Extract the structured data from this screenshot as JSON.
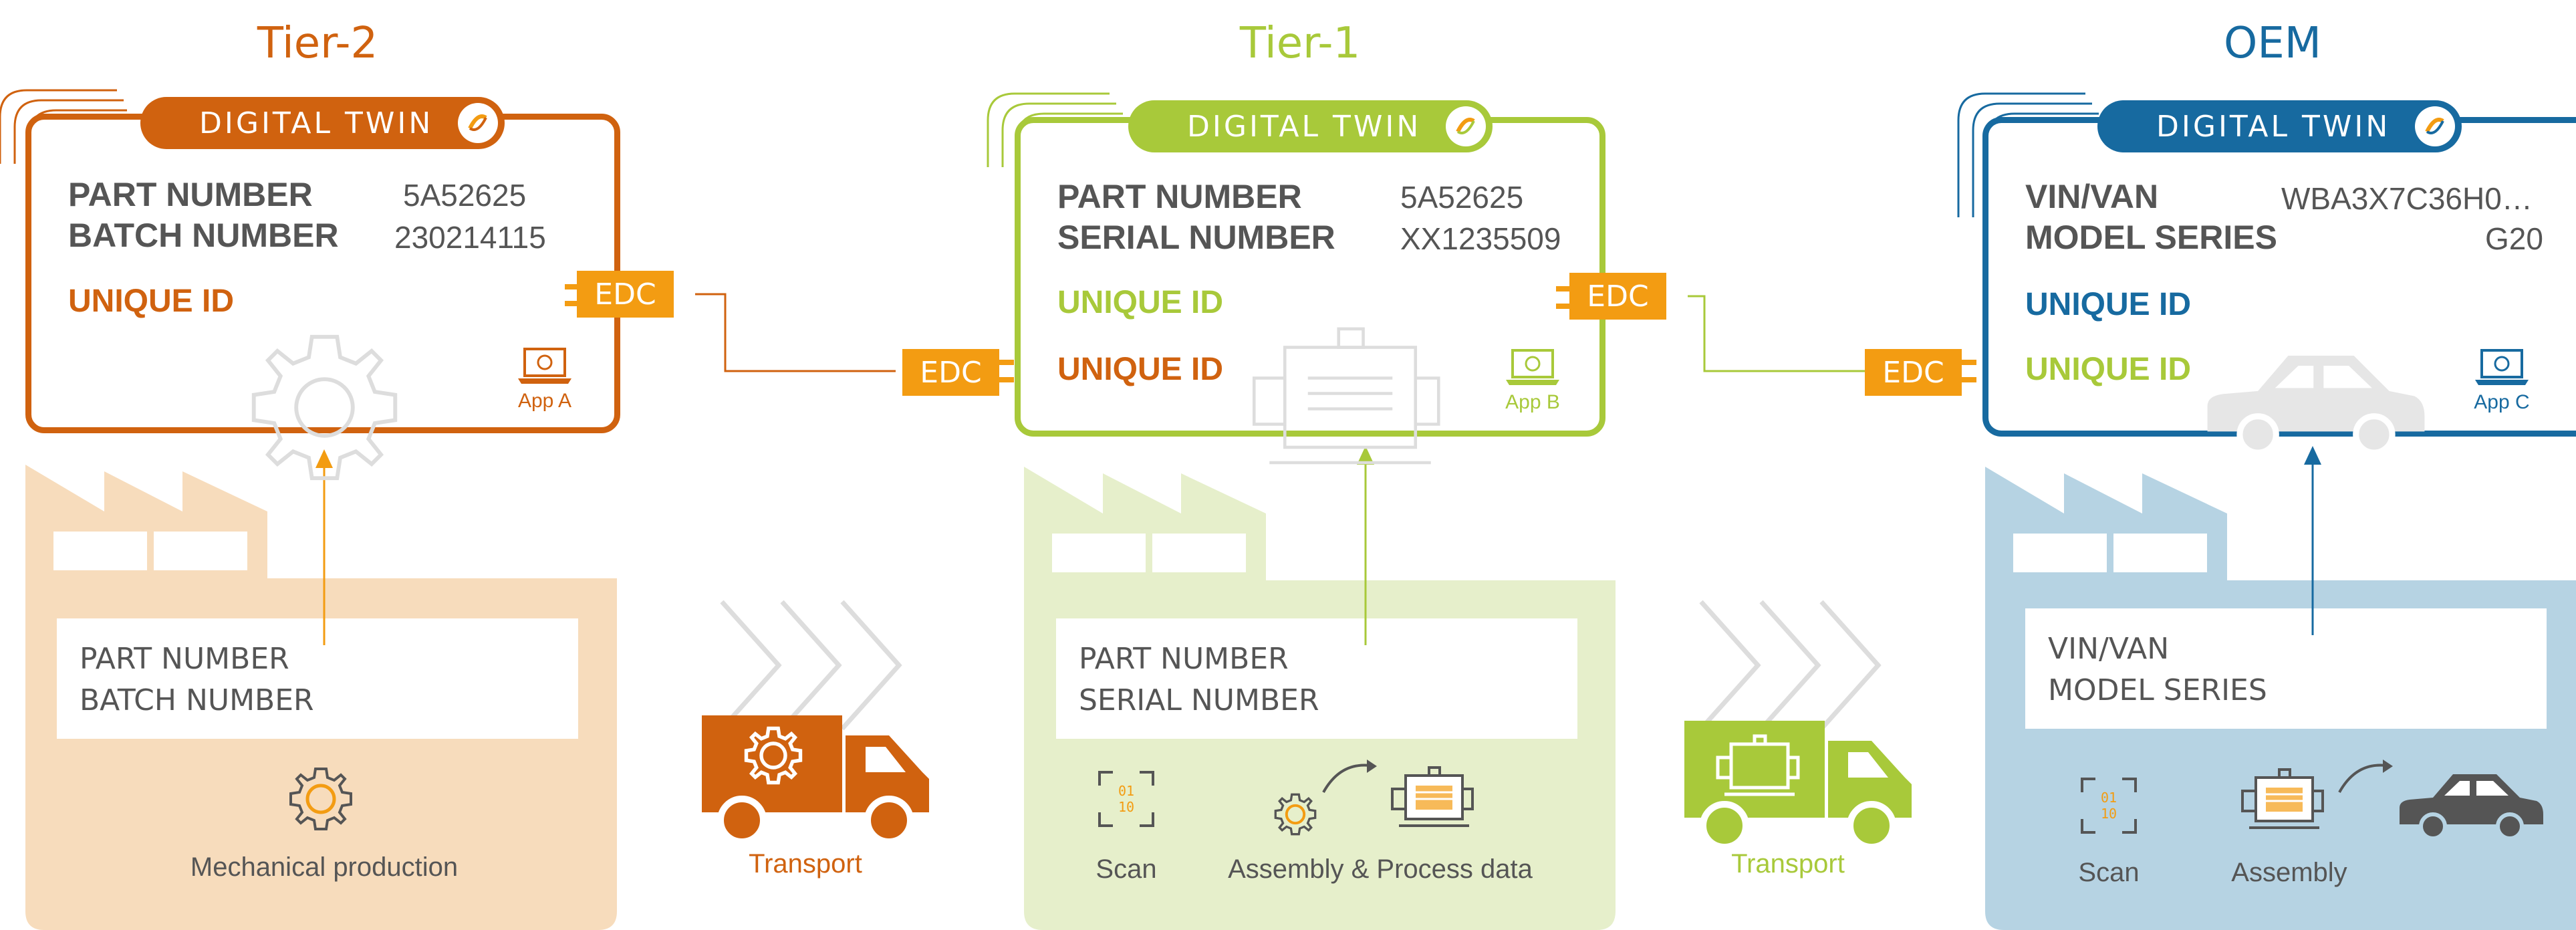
{
  "colors": {
    "tier2": "#d0620f",
    "tier1": "#a8c93a",
    "oem": "#176aa0",
    "edc": "#f39c12",
    "tier2_bg": "#f7dcbc",
    "tier1_bg": "#e6efcb",
    "oem_bg": "#b6d3e3"
  },
  "tiers": {
    "tier2": {
      "title": "Tier-2",
      "twin_label": "DIGITAL TWIN",
      "fields": [
        {
          "label": "PART NUMBER",
          "value": "5A52625"
        },
        {
          "label": "BATCH NUMBER",
          "value": "230214115"
        }
      ],
      "unique_id": "UNIQUE ID",
      "app": "App A",
      "edc": "EDC",
      "info_lines": [
        "PART NUMBER",
        "BATCH NUMBER"
      ],
      "captions": [
        "Mechanical production"
      ]
    },
    "tier1": {
      "title": "Tier-1",
      "twin_label": "DIGITAL TWIN",
      "fields": [
        {
          "label": "PART NUMBER",
          "value": "5A52625"
        },
        {
          "label": "SERIAL NUMBER",
          "value": "XX1235509"
        }
      ],
      "unique_id": "UNIQUE ID",
      "incoming_unique_id": "UNIQUE ID",
      "app": "App B",
      "edc_in": "EDC",
      "edc_out": "EDC",
      "info_lines": [
        "PART NUMBER",
        "SERIAL NUMBER"
      ],
      "captions": [
        "Scan",
        "Assembly & Process data"
      ]
    },
    "oem": {
      "title": "OEM",
      "twin_label": "DIGITAL TWIN",
      "fields": [
        {
          "label": "VIN/VAN",
          "value": "WBA3X7C36H0…"
        },
        {
          "label": "MODEL SERIES",
          "value": "G20"
        }
      ],
      "unique_id": "UNIQUE ID",
      "incoming_unique_id": "UNIQUE ID",
      "app": "App C",
      "edc_in": "EDC",
      "info_lines": [
        "VIN/VAN",
        "MODEL SERIES"
      ],
      "captions": [
        "Scan",
        "Assembly"
      ]
    }
  },
  "transport": [
    {
      "label": "Transport",
      "icon": "gear-icon"
    },
    {
      "label": "Transport",
      "icon": "motor-icon"
    }
  ]
}
